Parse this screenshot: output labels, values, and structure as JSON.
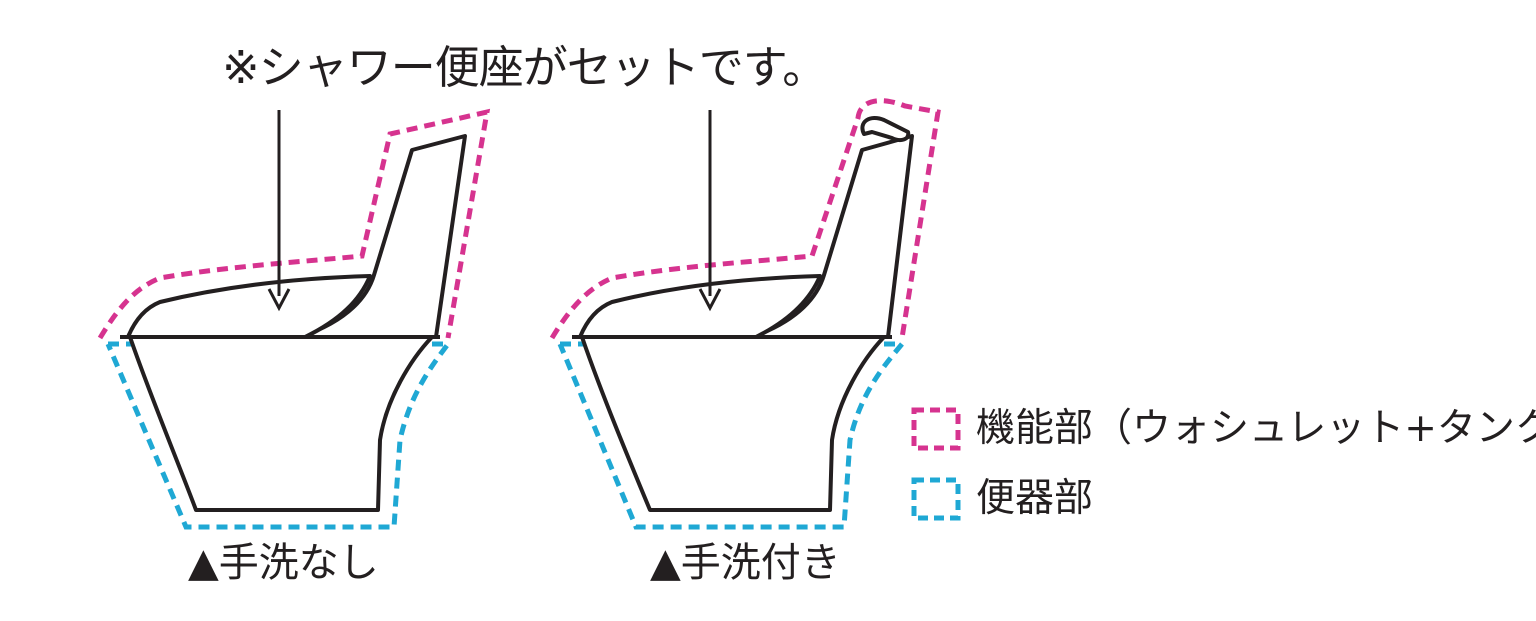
{
  "note": "※シャワー便座がセットです。",
  "captions": {
    "without_hand_wash": "▲手洗なし",
    "with_hand_wash": "▲手洗付き"
  },
  "legend": {
    "functional_part": "機能部（ウォシュレット+タンク）",
    "bowl_part": "便器部"
  },
  "colors": {
    "functional_part": "#d6338f",
    "bowl_part": "#1fa8d4",
    "outline": "#231f20"
  }
}
